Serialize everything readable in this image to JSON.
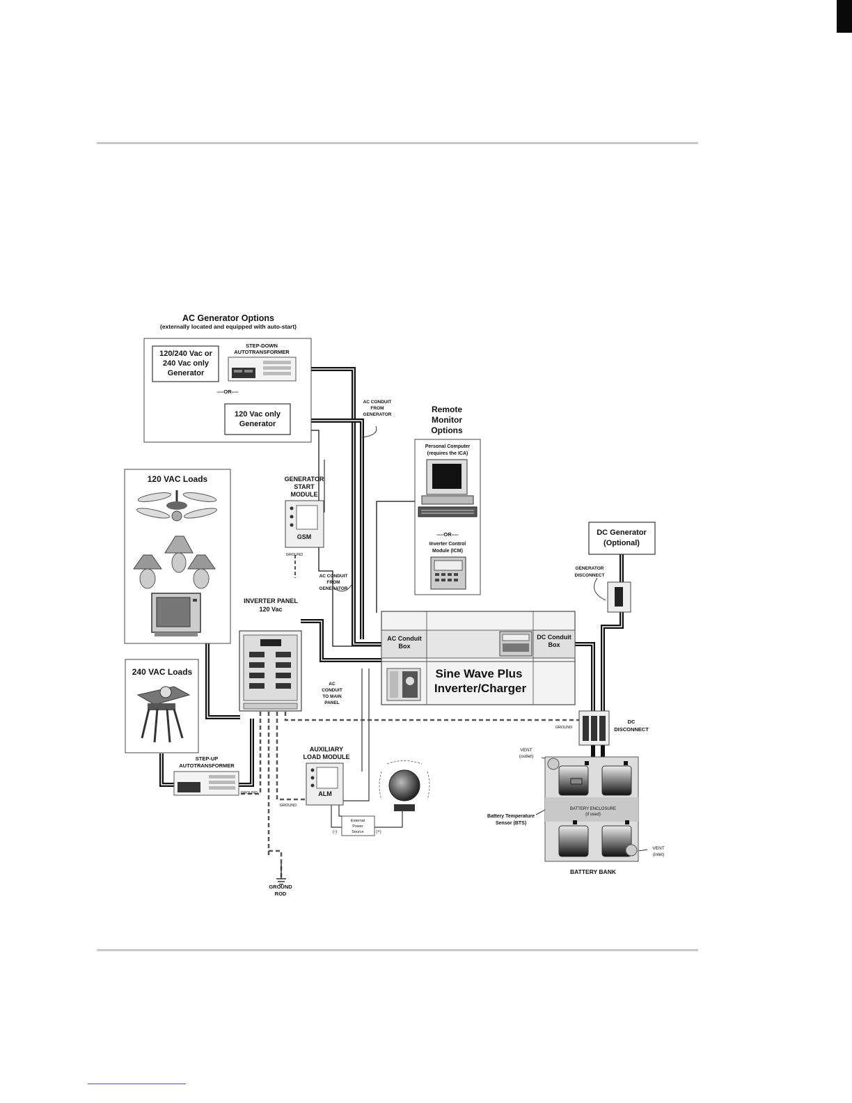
{
  "ac_gen": {
    "title": "AC Generator Options",
    "subtitle": "(externally located and equipped with auto-start)",
    "gen1": [
      "120/240 Vac or",
      "240 Vac only",
      "Generator"
    ],
    "stepdown": [
      "STEP-DOWN",
      "AUTOTRANSFORMER"
    ],
    "or": "----OR----",
    "gen2": [
      "120 Vac only",
      "Generator"
    ]
  },
  "conduit_from_gen_1": [
    "AC CONDUIT",
    "FROM",
    "GENERATOR"
  ],
  "remote": {
    "title": [
      "Remote",
      "Monitor",
      "Options"
    ],
    "pc": [
      "Personal Computer",
      "(requires the ICA)"
    ],
    "or": "----OR----",
    "icm": [
      "Inverter Control",
      "Module (ICM)"
    ]
  },
  "loads120": {
    "title": "120 VAC Loads"
  },
  "gsm": {
    "title": [
      "GENERATOR",
      "START",
      "MODULE"
    ],
    "label": "GSM",
    "ground": "GROUND"
  },
  "conduit_from_gen_2": [
    "AC CONDUIT",
    "FROM",
    "GENERATOR"
  ],
  "dc_gen": {
    "title": [
      "DC Generator",
      "(Optional)"
    ],
    "disconnect": [
      "GENERATOR",
      "DISCONNECT"
    ]
  },
  "inverter_panel": [
    "INVERTER PANEL",
    "120 Vac"
  ],
  "inverter": {
    "ac_box": [
      "AC Conduit",
      "Box"
    ],
    "dc_box": [
      "DC Conduit",
      "Box"
    ],
    "name": [
      "Sine Wave Plus",
      "Inverter/Charger"
    ]
  },
  "conduit_to_main": [
    "AC",
    "CONDUIT",
    "TO MAIN",
    "PANEL"
  ],
  "loads240": {
    "title": "240 VAC Loads"
  },
  "dc_disconnect": {
    "ground": "GROUND",
    "label": [
      "DC",
      "DISCONNECT"
    ]
  },
  "stepup": {
    "label": [
      "STEP-UP",
      "AUTOTRANSFORMER"
    ],
    "ground": "GROUND"
  },
  "alm": {
    "title": [
      "AUXILIARY",
      "LOAD MODULE"
    ],
    "label": "ALM",
    "ground": "GROUND",
    "ext_power": [
      "External",
      "Power",
      "Source"
    ],
    "minus": "(-)",
    "plus": "(+)"
  },
  "battery": {
    "vent_out": [
      "VENT",
      "(outlet)"
    ],
    "enclosure": [
      "BATTERY ENCLOSURE",
      "(if used)"
    ],
    "bts": [
      "Battery Temperature",
      "Sensor (BTS)"
    ],
    "vent_in": [
      "VENT",
      "(inlet)"
    ],
    "bank": "BATTERY BANK"
  },
  "ground_rod": [
    "GROUND",
    "ROD"
  ]
}
